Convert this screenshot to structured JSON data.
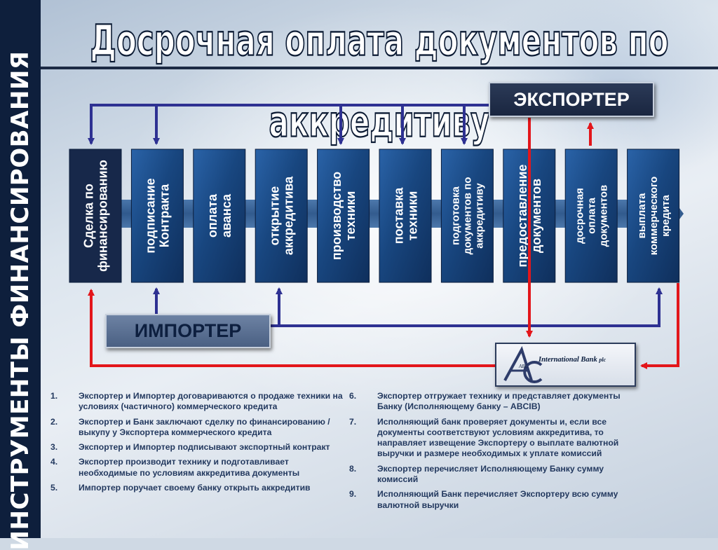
{
  "title": "Досрочная оплата документов по аккредитиву",
  "sidebar_label": "ИНСТРУМЕНТЫ ФИНАНСИРОВАНИЯ",
  "parties": {
    "exporter": "ЭКСПОРТЕР",
    "importer": "ИМПОРТЕР",
    "bank_abbr": "ABC",
    "bank_name": "International Bank",
    "bank_suffix": "plc"
  },
  "stages": [
    {
      "lines": [
        "Сделка по",
        "финансированию"
      ]
    },
    {
      "lines": [
        "подписание",
        "Контракта"
      ]
    },
    {
      "lines": [
        "оплата",
        "аванса"
      ]
    },
    {
      "lines": [
        "открытие",
        "аккредитива"
      ]
    },
    {
      "lines": [
        "производство",
        "техники"
      ]
    },
    {
      "lines": [
        "поставка",
        "техники"
      ]
    },
    {
      "lines": [
        "подготовка",
        "документов по",
        "аккредитиву"
      ]
    },
    {
      "lines": [
        "предоставление",
        "документов"
      ]
    },
    {
      "lines": [
        "досрочная",
        "оплата",
        "документов"
      ]
    },
    {
      "lines": [
        "выплата",
        "коммерческого",
        "кредита"
      ]
    }
  ],
  "steps_left": [
    {
      "num": "1.",
      "text": "Экспортер и Импортер договариваются о продаже техники на условиях (частичного) коммерческого кредита"
    },
    {
      "num": "2.",
      "text": "Экспортер и Банк заключают сделку по финансированию / выкупу у Экспортера коммерческого кредита"
    },
    {
      "num": "3.",
      "text": "Экспортер и Импортер подписывают экспортный контракт"
    },
    {
      "num": "4.",
      "text": "Экспортер производит технику и подготавливает необходимые по условиям аккредитива документы"
    },
    {
      "num": "5.",
      "text": "Импортер поручает своему банку открыть аккредитив"
    }
  ],
  "steps_right": [
    {
      "num": "6.",
      "text": "Экспортер отгружает технику и представляет документы Банку (Исполняющему банку – ABCIB)"
    },
    {
      "num": "7.",
      "text": "Исполняющий банк проверяет документы и, если все документы соответствуют условиям аккредитива, то направляет извещение Экспортеру о выплате валютной выручки и размере необходимых к уплате комиссий"
    },
    {
      "num": "8.",
      "text": "Экспортер перечисляет Исполняющему Банку сумму комиссий"
    },
    {
      "num": "9.",
      "text": "Исполняющий Банк перечисляет Экспортеру всю сумму валютной выручки"
    }
  ],
  "colors": {
    "sidebar": "#0e1f3c",
    "flow_arrow": "#2e3192",
    "bank_arrow": "#e3161b",
    "stage_box": "#1b4a86",
    "step_text": "#23395f"
  }
}
